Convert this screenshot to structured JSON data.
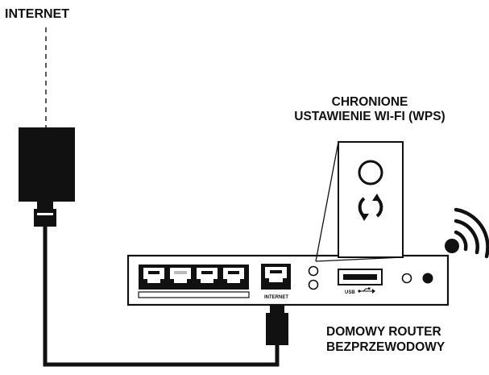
{
  "labels": {
    "internet": "INTERNET",
    "wps_line1": "CHRONIONE",
    "wps_line2": "USTAWIENIE WI-FI (WPS)",
    "router_line1": "DOMOWY ROUTER",
    "router_line2": "BEZPRZEWODOWY"
  },
  "router_panel": {
    "internet_port_label": "INTERNET",
    "usb_label": "USB"
  },
  "colors": {
    "ink": "#111111",
    "background": "#ffffff"
  }
}
